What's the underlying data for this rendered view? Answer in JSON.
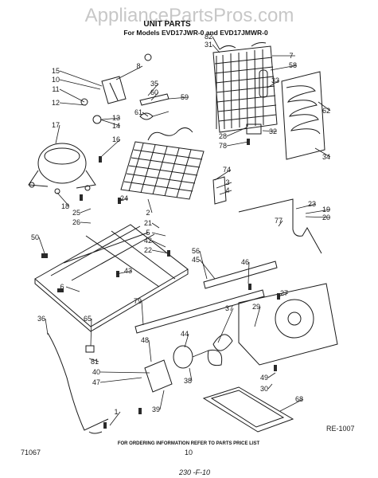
{
  "watermark": "AppliancePartsPros.com",
  "header": {
    "title": "UNIT PARTS",
    "subtitle": "For Models EVD17JWR-0 and EVD17JMWR-0"
  },
  "footer": {
    "ordering_note": "FOR ORDERING INFORMATION REFER TO PARTS PRICE LIST",
    "left_code": "71067",
    "page_number": "10",
    "figure_code": "RE-1007",
    "handwritten": "230 -F-10"
  },
  "callouts": [
    "82",
    "31",
    "7",
    "58",
    "15",
    "10",
    "8",
    "35",
    "60",
    "59",
    "33",
    "11",
    "12",
    "61",
    "13",
    "14",
    "62",
    "17",
    "16",
    "28",
    "78",
    "32",
    "34",
    "74",
    "3",
    "4",
    "18",
    "25",
    "26",
    "24",
    "21",
    "2",
    "5",
    "42",
    "22",
    "23",
    "19",
    "20",
    "77",
    "50",
    "56",
    "45",
    "46",
    "43",
    "6",
    "27",
    "79",
    "37",
    "29",
    "36",
    "65",
    "48",
    "44",
    "81",
    "40",
    "47",
    "38",
    "39",
    "1",
    "49",
    "30",
    "68"
  ]
}
